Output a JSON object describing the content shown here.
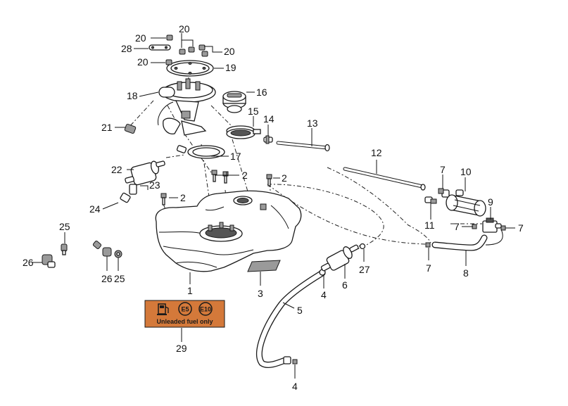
{
  "labels": [
    {
      "id": "20a",
      "text": "20"
    },
    {
      "id": "20b",
      "text": "20"
    },
    {
      "id": "20c",
      "text": "20"
    },
    {
      "id": "20d",
      "text": "20"
    },
    {
      "id": "28",
      "text": "28"
    },
    {
      "id": "19",
      "text": "19"
    },
    {
      "id": "18",
      "text": "18"
    },
    {
      "id": "16",
      "text": "16"
    },
    {
      "id": "15",
      "text": "15"
    },
    {
      "id": "14",
      "text": "14"
    },
    {
      "id": "13",
      "text": "13"
    },
    {
      "id": "21",
      "text": "21"
    },
    {
      "id": "17",
      "text": "17"
    },
    {
      "id": "12",
      "text": "12"
    },
    {
      "id": "22",
      "text": "22"
    },
    {
      "id": "2a",
      "text": "2"
    },
    {
      "id": "2b",
      "text": "2"
    },
    {
      "id": "2c",
      "text": "2"
    },
    {
      "id": "7a",
      "text": "7"
    },
    {
      "id": "10",
      "text": "10"
    },
    {
      "id": "23",
      "text": "23"
    },
    {
      "id": "9",
      "text": "9"
    },
    {
      "id": "24",
      "text": "24"
    },
    {
      "id": "11",
      "text": "11"
    },
    {
      "id": "7b",
      "text": "7"
    },
    {
      "id": "7c",
      "text": "7"
    },
    {
      "id": "25a",
      "text": "25"
    },
    {
      "id": "7d",
      "text": "7"
    },
    {
      "id": "26a",
      "text": "26"
    },
    {
      "id": "26b",
      "text": "26"
    },
    {
      "id": "25b",
      "text": "25"
    },
    {
      "id": "27",
      "text": "27"
    },
    {
      "id": "8",
      "text": "8"
    },
    {
      "id": "1",
      "text": "1"
    },
    {
      "id": "3",
      "text": "3"
    },
    {
      "id": "4a",
      "text": "4"
    },
    {
      "id": "6",
      "text": "6"
    },
    {
      "id": "5",
      "text": "5"
    },
    {
      "id": "29",
      "text": "29"
    },
    {
      "id": "4b",
      "text": "4"
    }
  ],
  "sticker": {
    "mark_e5": "E5",
    "mark_e10": "E10",
    "text": "Unleaded fuel only",
    "background": "#d4793a"
  },
  "colors": {
    "line": "#1a1a1a",
    "sticker_bg": "#d4793a"
  },
  "icons": [
    "fuel-pump-icon"
  ]
}
